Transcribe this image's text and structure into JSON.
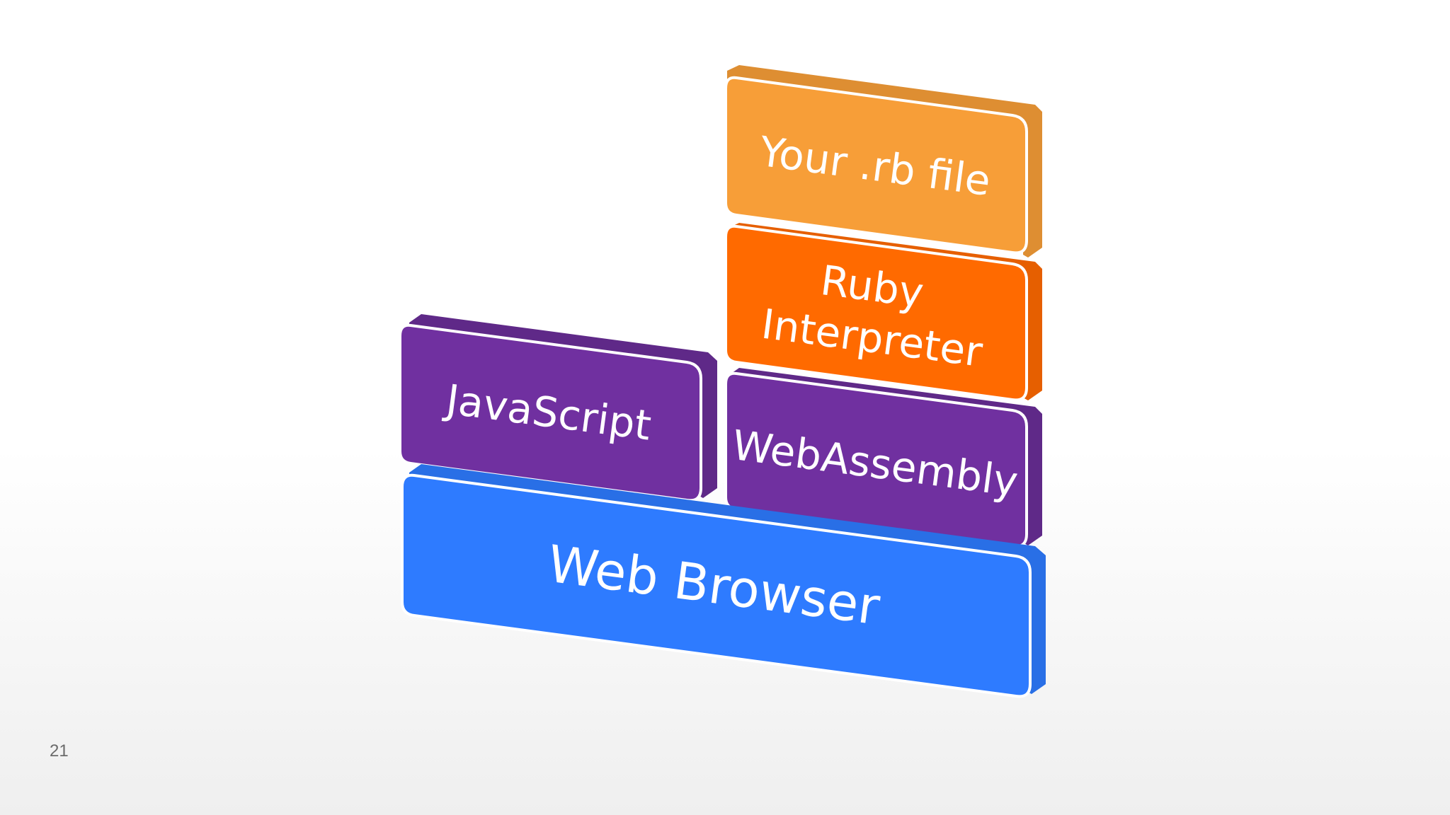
{
  "slide": {
    "number": "21"
  },
  "blocks": [
    {
      "id": "your-rb-file",
      "lines": [
        "Your .rb file"
      ],
      "color": "#F79E38"
    },
    {
      "id": "ruby-interpreter",
      "lines": [
        "Ruby",
        "Interpreter"
      ],
      "color": "#FF6A00"
    },
    {
      "id": "javascript",
      "lines": [
        "JavaScript"
      ],
      "color": "#7030A0"
    },
    {
      "id": "webassembly",
      "lines": [
        "WebAssembly"
      ],
      "color": "#7030A0"
    },
    {
      "id": "web-browser",
      "lines": [
        "Web Browser"
      ],
      "color": "#2E7BFF"
    }
  ]
}
